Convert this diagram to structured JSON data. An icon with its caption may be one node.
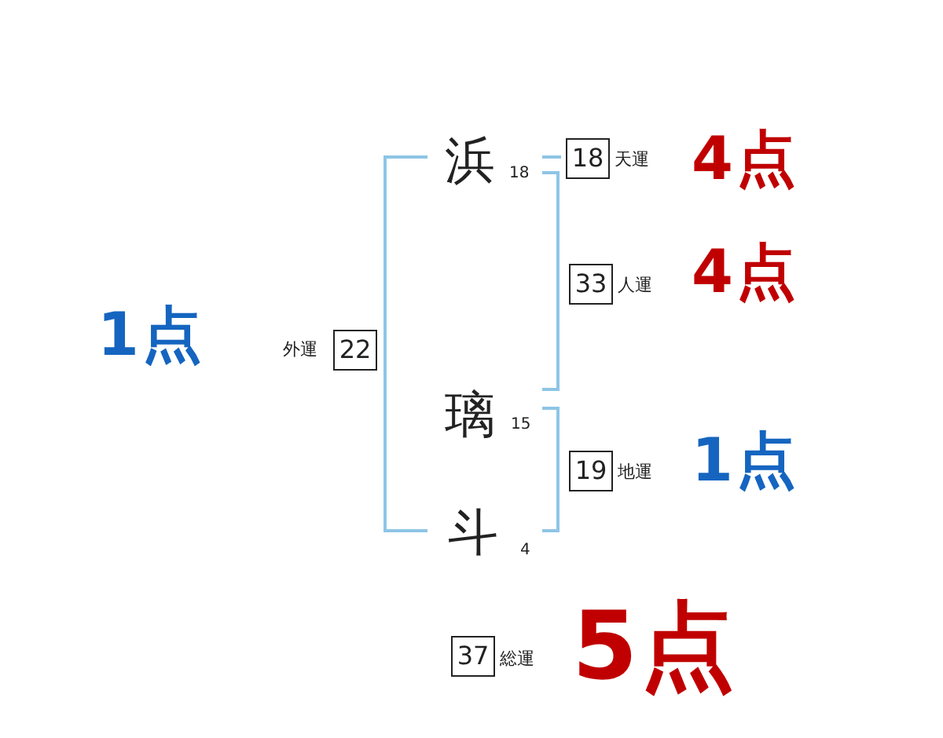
{
  "diagram": {
    "nodes": [
      {
        "text": [
          "22"
        ],
        "beside": [
          "外運",
          "1点"
        ]
      },
      {
        "text": [
          "18"
        ],
        "beside": [
          "天運",
          "4点"
        ]
      },
      {
        "text": [
          "33"
        ],
        "beside": [
          "人運",
          "4点"
        ]
      },
      {
        "text": [
          "19"
        ],
        "beside": [
          "地運",
          "1点"
        ]
      },
      {
        "text": [
          "37"
        ],
        "beside": [
          "総運",
          "5点"
        ]
      }
    ],
    "labels": [
      "浜",
      "18",
      "璃",
      "15",
      "斗",
      "4"
    ]
  }
}
